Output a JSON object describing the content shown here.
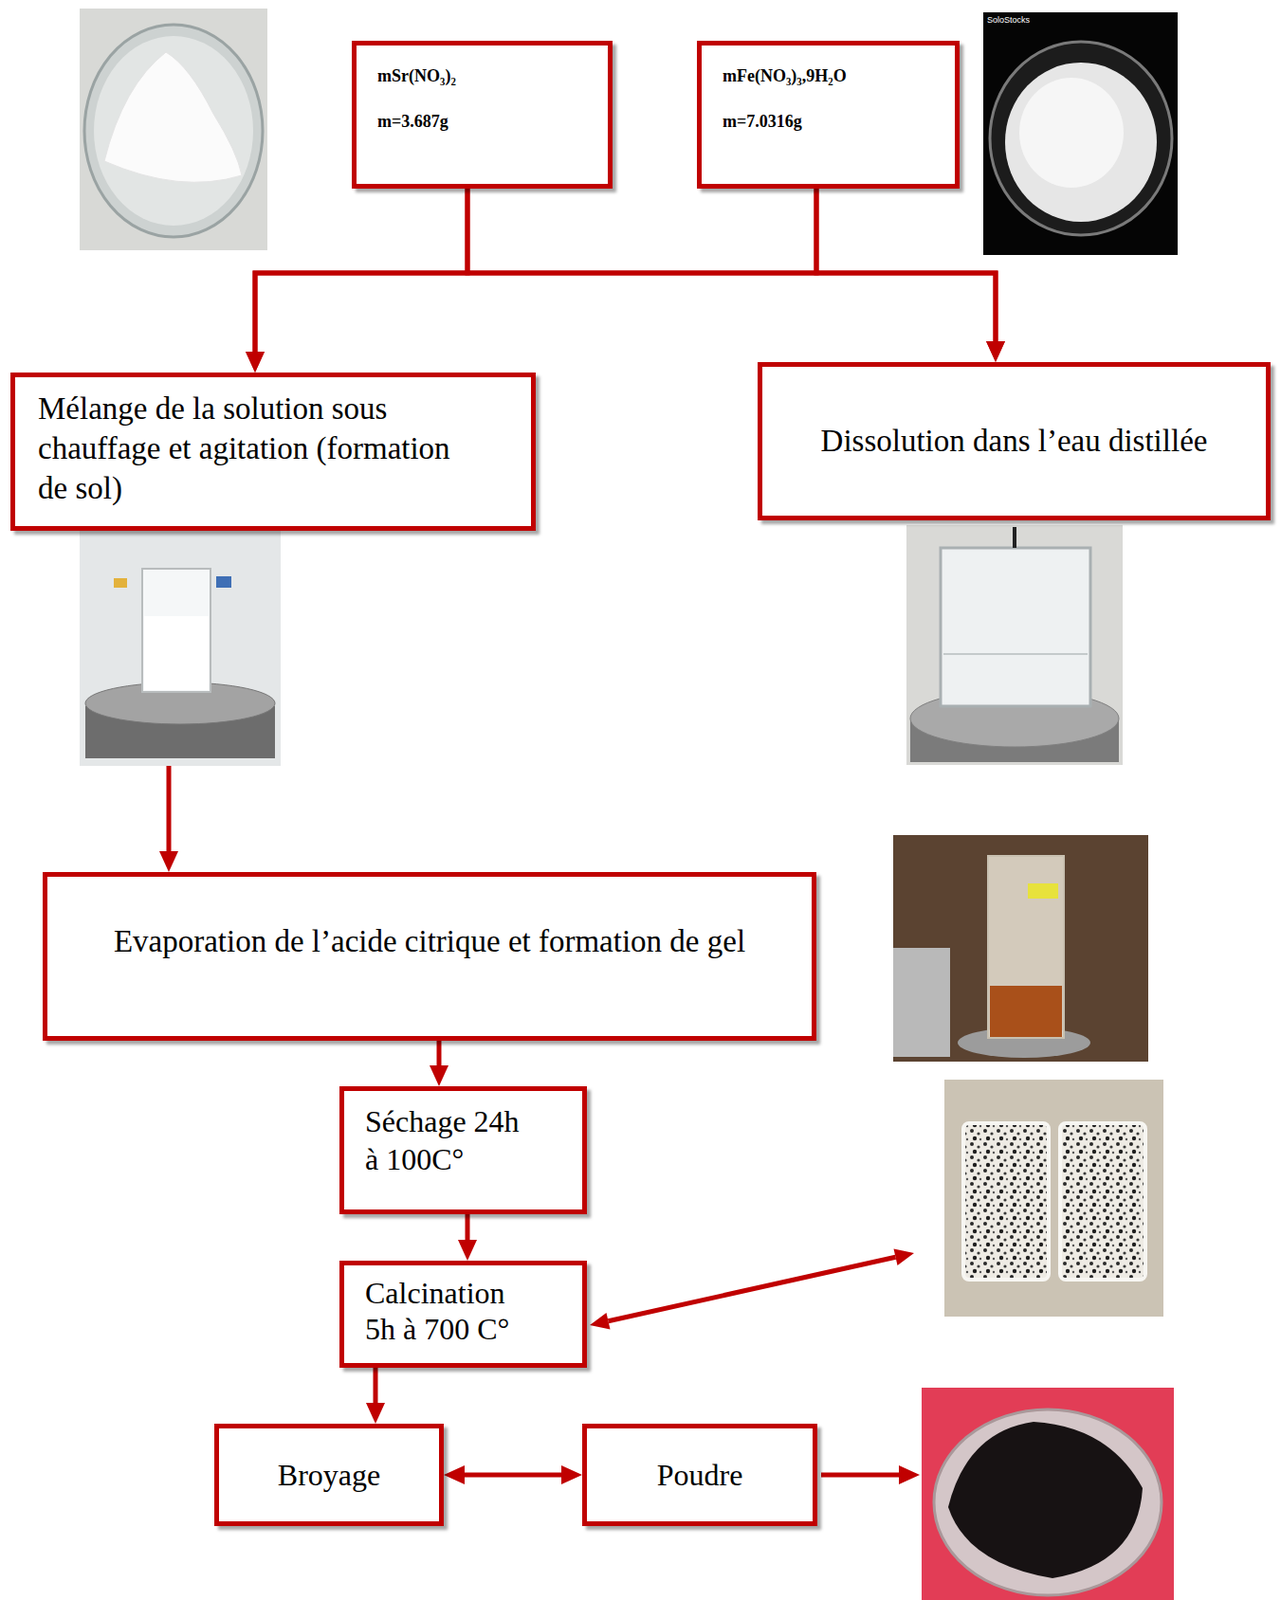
{
  "diagram": {
    "nodes": [
      {
        "text": [
          "mSr(NO₃)₂",
          "m=3.687g"
        ]
      },
      {
        "text": [
          "mFe(NO₃)₃,9H₂O",
          "m=7.0316g"
        ]
      },
      {
        "text": [
          "Mélange de la solution sous chauffage et agitation (formation de sol)"
        ]
      },
      {
        "text": [
          "Dissolution dans l’eau distillée"
        ]
      },
      {
        "text": [
          "Evaporation de l’acide citrique et formation de gel"
        ]
      },
      {
        "text": [
          "Séchage 24h à 100C°"
        ]
      },
      {
        "text": [
          "Calcination 5h à 700 C°"
        ]
      },
      {
        "text": [
          "Broyage"
        ]
      },
      {
        "text": [
          "Poudre"
        ]
      }
    ],
    "edges": [
      {
        "from": 0,
        "to": 2,
        "arrow": "to"
      },
      {
        "from": 0,
        "to": 3,
        "arrow": "to"
      },
      {
        "from": 1,
        "to": 2,
        "arrow": "to"
      },
      {
        "from": 1,
        "to": 3,
        "arrow": "to"
      },
      {
        "from": 2,
        "to": 4,
        "arrow": "to"
      },
      {
        "from": 4,
        "to": 5,
        "arrow": "to"
      },
      {
        "from": 5,
        "to": 6,
        "arrow": "to"
      },
      {
        "from": 6,
        "to": 7,
        "arrow": "to"
      },
      {
        "from": 7,
        "to": 8,
        "arrow": "both"
      }
    ],
    "labels": [
      "SoloStocks"
    ]
  }
}
